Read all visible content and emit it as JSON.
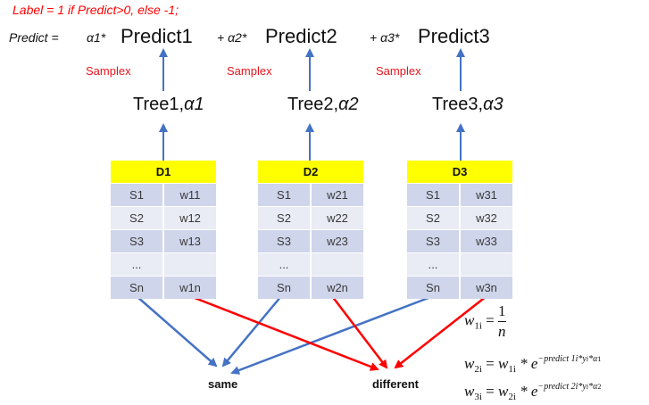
{
  "label_rule": "Label  =  1 if  Predict>0, else -1;",
  "predict_equation": {
    "prefix": "Predict  =",
    "terms": [
      {
        "coef": "α1*",
        "predict": "Predict1"
      },
      {
        "coef": "+ α2*",
        "predict": "Predict2"
      },
      {
        "coef": "+ α3*",
        "predict": "Predict3"
      }
    ]
  },
  "samplex": [
    "Samplex",
    "Samplex",
    "Samplex"
  ],
  "trees": [
    {
      "name": "Tree1,",
      "alpha": "α1"
    },
    {
      "name": "Tree2,",
      "alpha": "α2"
    },
    {
      "name": "Tree3,",
      "alpha": "α3"
    }
  ],
  "datasets": [
    {
      "header": "D1",
      "rows": [
        [
          "S1",
          "w11"
        ],
        [
          "S2",
          "w12"
        ],
        [
          "S3",
          "w13"
        ],
        [
          "...",
          ""
        ],
        [
          "Sn",
          "w1n"
        ]
      ]
    },
    {
      "header": "D2",
      "rows": [
        [
          "S1",
          "w21"
        ],
        [
          "S2",
          "w22"
        ],
        [
          "S3",
          "w23"
        ],
        [
          "...",
          ""
        ],
        [
          "Sn",
          "w2n"
        ]
      ]
    },
    {
      "header": "D3",
      "rows": [
        [
          "S1",
          "w31"
        ],
        [
          "S2",
          "w32"
        ],
        [
          "S3",
          "w33"
        ],
        [
          "...",
          ""
        ],
        [
          "Sn",
          "w3n"
        ]
      ]
    }
  ],
  "outcomes": {
    "same": "same",
    "different": "different"
  },
  "formulas": {
    "f1": {
      "lhs": "w",
      "lhs_sub": "1i",
      "eq": "=",
      "num": "1",
      "den": "n"
    },
    "f2": {
      "lhs": "w",
      "lhs_sub": "2i",
      "eq": "=",
      "rhs": "w",
      "rhs_sub": "1i",
      "times": " * e",
      "exp": "−predict 1i*y",
      "exp_sub": "i",
      "exp_tail": "*α",
      "exp_tail_sub": "1"
    },
    "f3": {
      "lhs": "w",
      "lhs_sub": "3i",
      "eq": "=",
      "rhs": "w",
      "rhs_sub": "2i",
      "times": " * e",
      "exp": "−predict 2i*y",
      "exp_sub": "i",
      "exp_tail": "*α",
      "exp_tail_sub": "2"
    }
  },
  "colors": {
    "arrow_blue": "#4472c4",
    "arrow_red": "#ff0000",
    "header_yellow": "#ffff00"
  }
}
